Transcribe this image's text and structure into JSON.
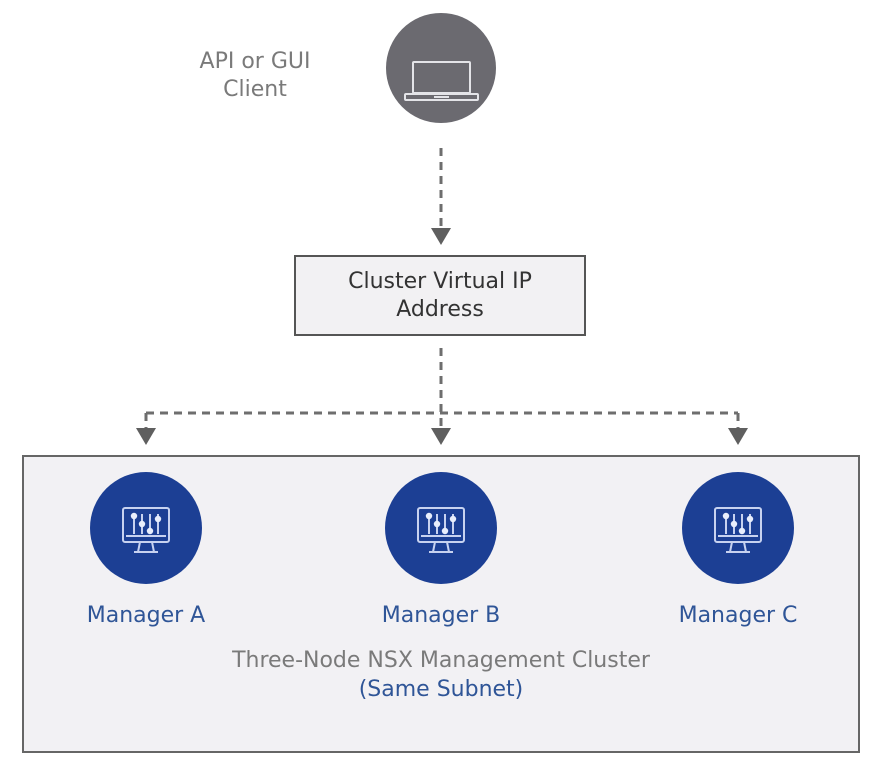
{
  "diagram": {
    "client": {
      "label": "API or GUI\nClient",
      "icon": "laptop-icon",
      "color": "#6b6a70"
    },
    "vip": {
      "label": "Cluster Virtual IP\nAddress"
    },
    "cluster": {
      "title": "Three-Node NSX Management Cluster",
      "subtitle": "(Same Subnet)",
      "managers": [
        {
          "label": "Manager A",
          "icon": "monitor-sliders-icon"
        },
        {
          "label": "Manager B",
          "icon": "monitor-sliders-icon"
        },
        {
          "label": "Manager C",
          "icon": "monitor-sliders-icon"
        }
      ],
      "manager_color": "#1c3f94",
      "label_color": "#2f5597"
    },
    "connectors": [
      {
        "from": "client",
        "to": "vip",
        "style": "dashed-arrow"
      },
      {
        "from": "vip",
        "to": "Manager A",
        "style": "dashed-arrow"
      },
      {
        "from": "vip",
        "to": "Manager B",
        "style": "dashed-arrow"
      },
      {
        "from": "vip",
        "to": "Manager C",
        "style": "dashed-arrow"
      }
    ]
  }
}
